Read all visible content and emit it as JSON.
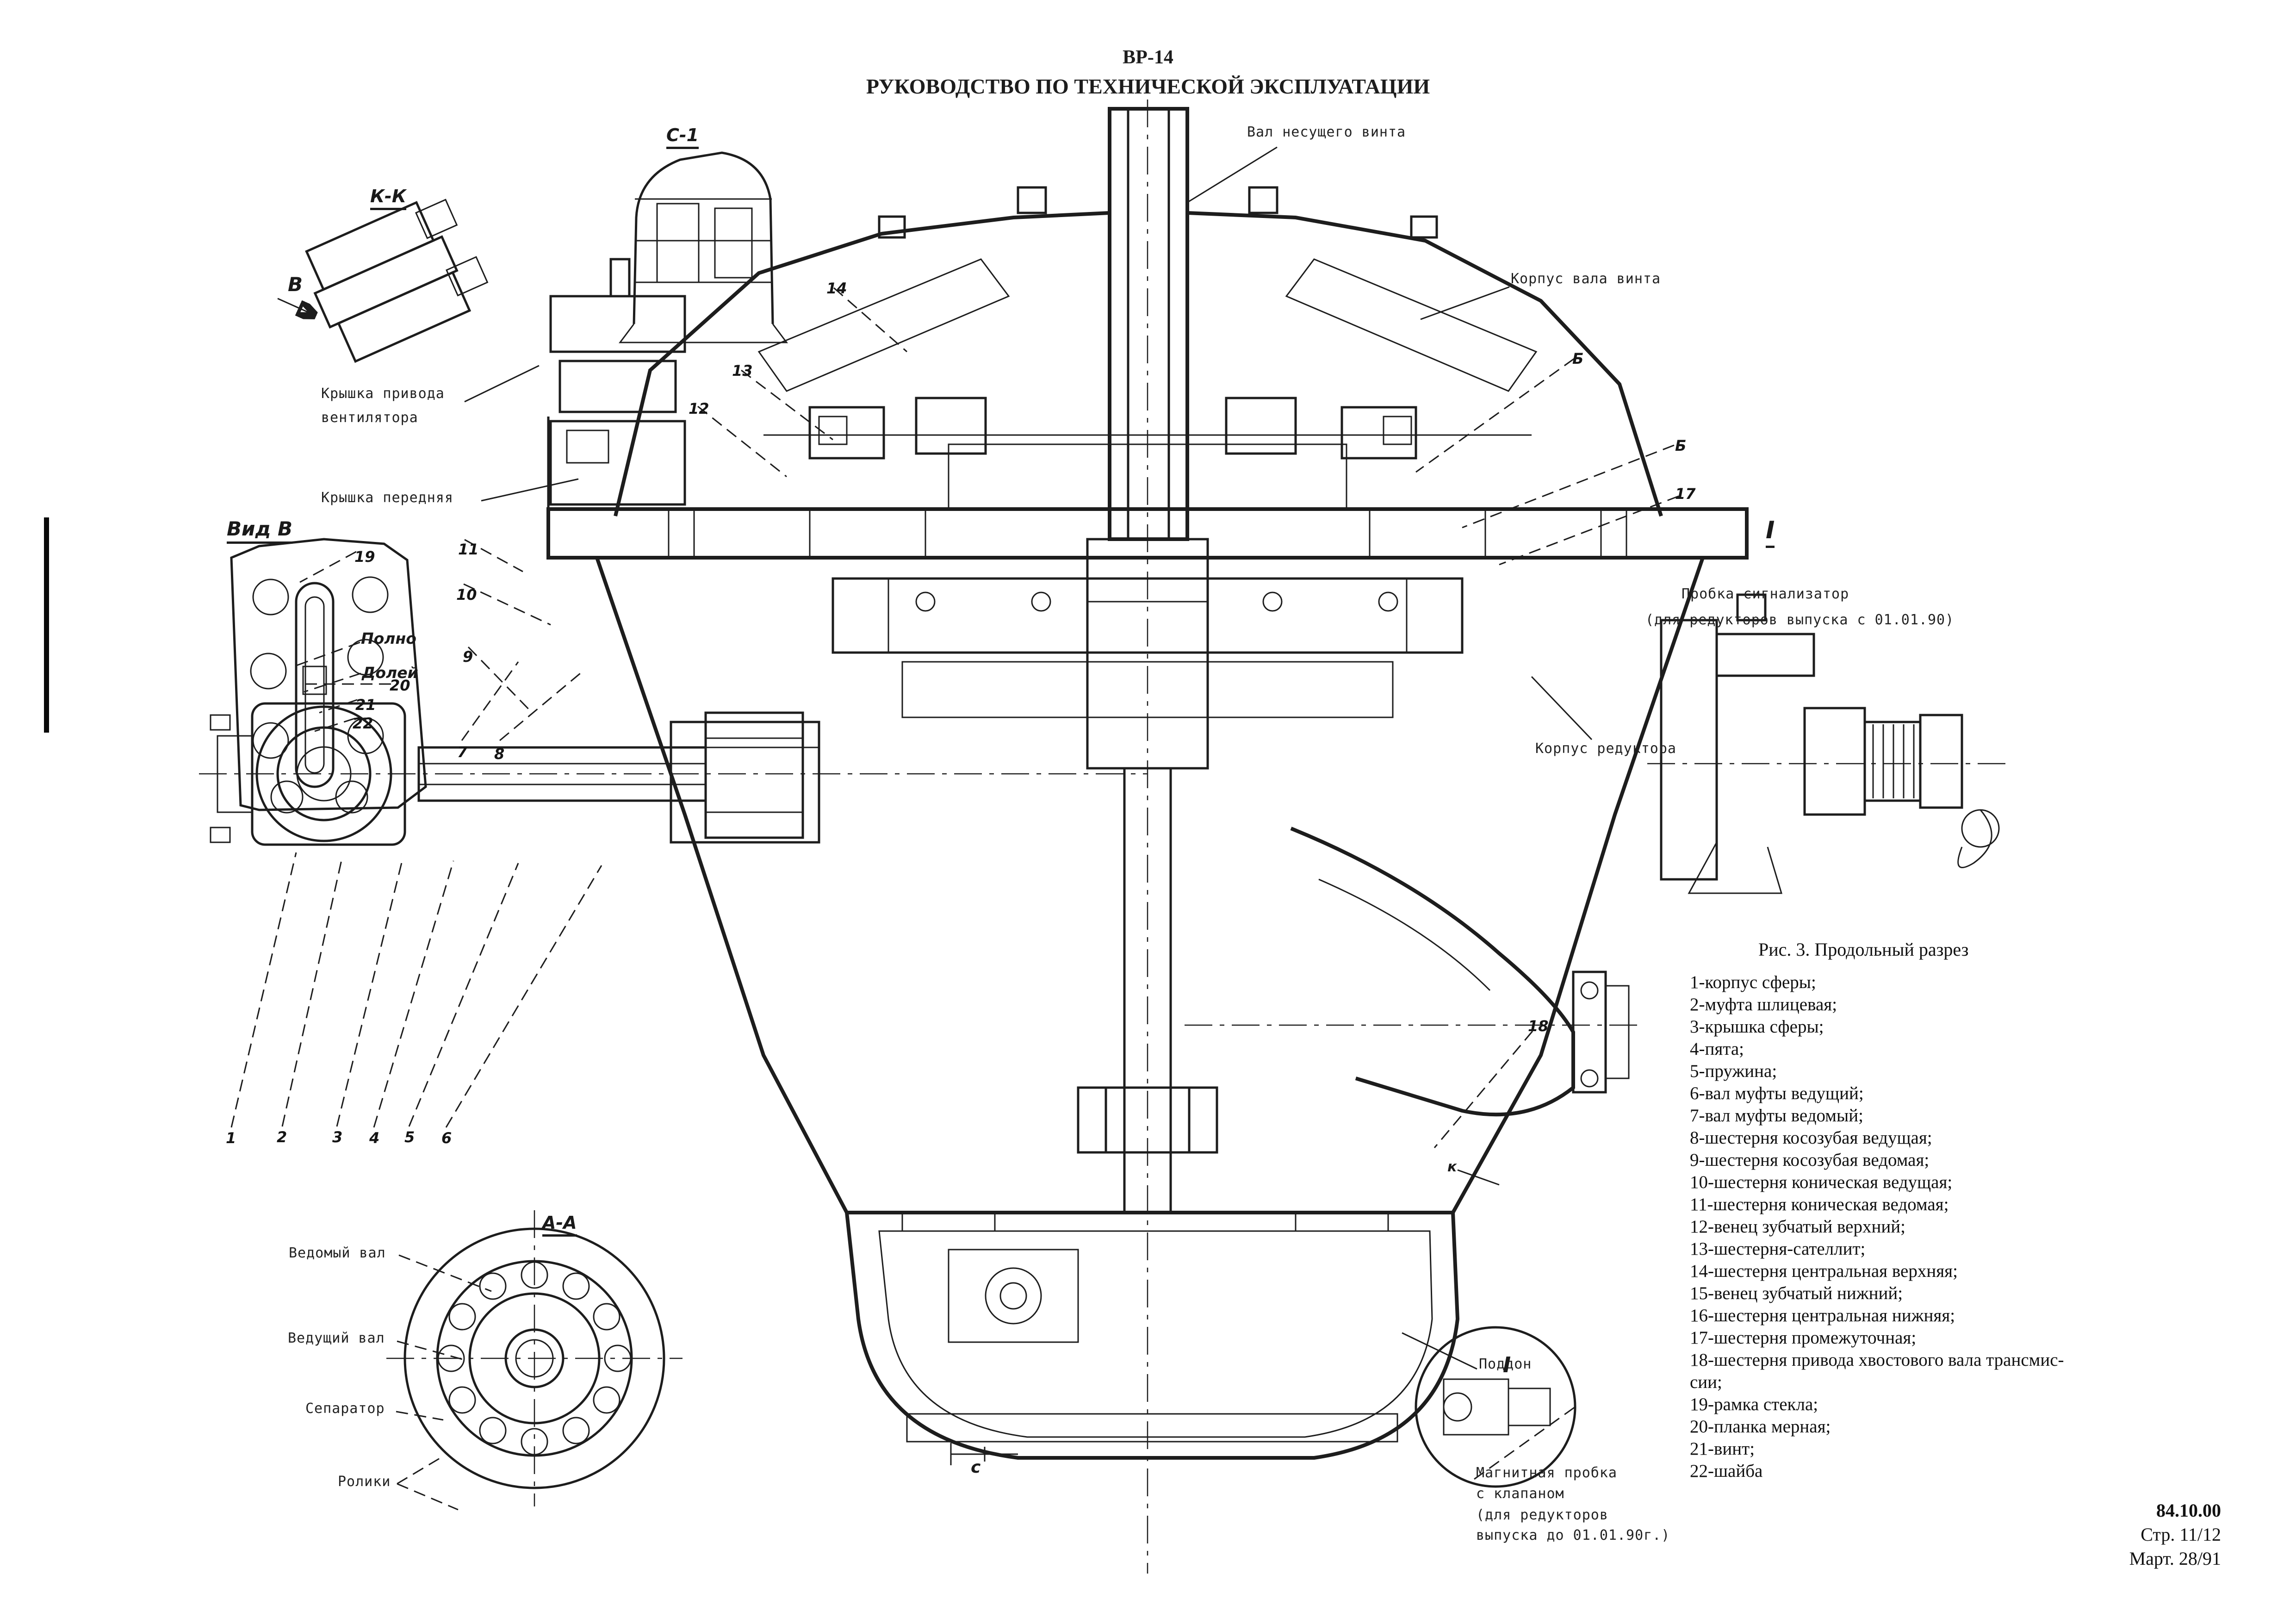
{
  "header": {
    "model": "ВР-14",
    "title": "РУКОВОДСТВО ПО ТЕХНИЧЕСКОЙ ЭКСПЛУАТАЦИИ"
  },
  "figure": {
    "caption": "Рис. 3. Продольный разрез",
    "legend": [
      "1-корпус сферы;",
      "2-муфта шлицевая;",
      "3-крышка сферы;",
      "4-пята;",
      "5-пружина;",
      "6-вал муфты ведущий;",
      "7-вал муфты ведомый;",
      "8-шестерня косозубая ведущая;",
      "9-шестерня косозубая ведомая;",
      "10-шестерня коническая ведущая;",
      "11-шестерня коническая ведомая;",
      "12-венец зубчатый верхний;",
      "13-шестерня-сателлит;",
      "14-шестерня центральная верхняя;",
      "15-венец зубчатый нижний;",
      "16-шестерня центральная нижняя;",
      "17-шестерня промежуточная;",
      "18-шестерня привода хвостового вала трансмис-",
      "сии;",
      "19-рамка стекла;",
      "20-планка мерная;",
      "21-винт;",
      "22-шайба"
    ]
  },
  "drawing_labels": {
    "rotor_shaft": "Вал несущего винта",
    "rotor_shaft_housing": "Корпус вала винта",
    "fan_drive_cover_1": "Крышка привода",
    "fan_drive_cover_2": "вентилятора",
    "front_cover": "Крышка передняя",
    "view_b": "Вид В",
    "full_mark": "Полно",
    "refill_mark": "Долей",
    "signal_plug_1": "Пробка-сигнализатор",
    "signal_plug_2": "(для редукторов выпуска с 01.01.90)",
    "gearbox_housing": "Корпус редуктора",
    "driven_shaft": "Ведомый вал",
    "driving_shaft": "Ведущий вал",
    "cage": "Сепаратор",
    "rollers": "Ролики",
    "sump": "Поддон",
    "magnetic_plug_1": "Магнитная пробка",
    "magnetic_plug_2": "с клапаном",
    "magnetic_plug_3": "(для редукторов",
    "magnetic_plug_4": "выпуска до 01.01.90г.)",
    "section_aa": "А-А",
    "section_kk": "К-К",
    "section_c1": "С-1",
    "view_arrow_b": "В",
    "section_i": "I",
    "section_i_small": "I",
    "mark_c": "с",
    "mark_k": "к"
  },
  "callouts": {
    "n1": "1",
    "n2": "2",
    "n3": "3",
    "n4": "4",
    "n5": "5",
    "n6": "6",
    "n7": "7",
    "n8": "8",
    "n9": "9",
    "n10": "10",
    "n11": "11",
    "n12": "12",
    "n13": "13",
    "n14": "14",
    "n17": "17",
    "n18": "18",
    "n19": "19",
    "n20": "20",
    "n21": "21",
    "n22": "22",
    "b_upper": "Б",
    "b_mid": "Б"
  },
  "footer": {
    "code": "84.10.00",
    "page": "Стр. 11/12",
    "date": "Март. 28/91"
  }
}
